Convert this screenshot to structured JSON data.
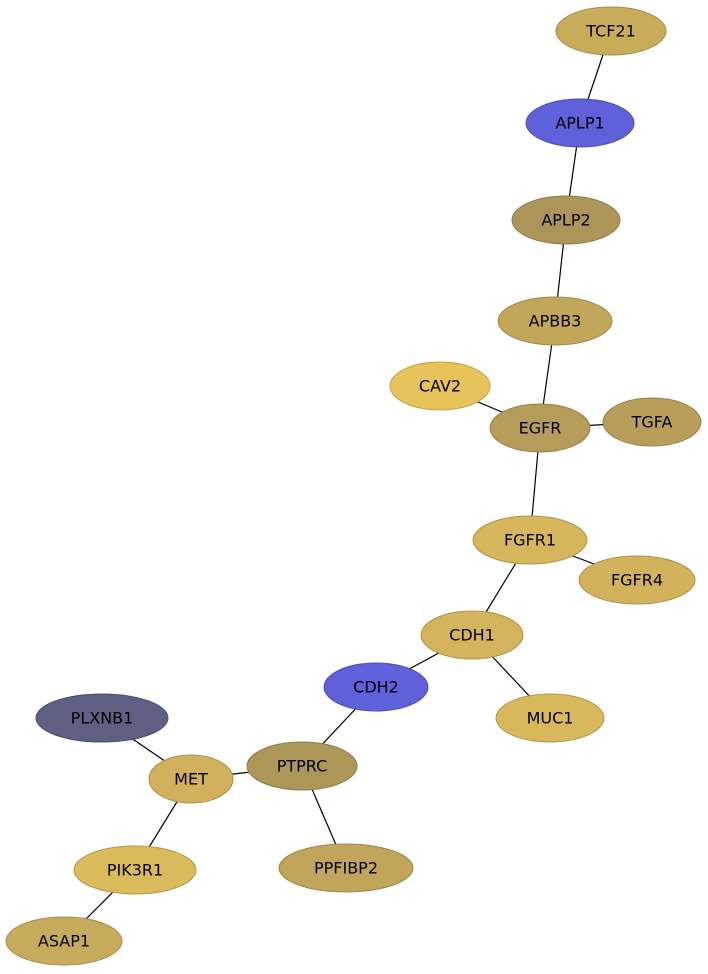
{
  "nodes": [
    {
      "id": "TCF21",
      "label": "TCF21",
      "color": "#C9AC5A"
    },
    {
      "id": "APLP1",
      "label": "APLP1",
      "color": "#6060DA"
    },
    {
      "id": "APLP2",
      "label": "APLP2",
      "color": "#AD9559"
    },
    {
      "id": "APBB3",
      "label": "APBB3",
      "color": "#C2A65A"
    },
    {
      "id": "CAV2",
      "label": "CAV2",
      "color": "#E6C45A"
    },
    {
      "id": "EGFR",
      "label": "EGFR",
      "color": "#B59C58"
    },
    {
      "id": "TGFA",
      "label": "TGFA",
      "color": "#B89E58"
    },
    {
      "id": "FGFR1",
      "label": "FGFR1",
      "color": "#D6B65A"
    },
    {
      "id": "FGFR4",
      "label": "FGFR4",
      "color": "#D2B25B"
    },
    {
      "id": "CDH1",
      "label": "CDH1",
      "color": "#D3B45C"
    },
    {
      "id": "CDH2",
      "label": "CDH2",
      "color": "#6060DA"
    },
    {
      "id": "MUC1",
      "label": "MUC1",
      "color": "#D8B85B"
    },
    {
      "id": "PLXNB1",
      "label": "PLXNB1",
      "color": "#5F5F84"
    },
    {
      "id": "MET",
      "label": "MET",
      "color": "#D1B15D"
    },
    {
      "id": "PTPRC",
      "label": "PTPRC",
      "color": "#AC9658"
    },
    {
      "id": "PIK3R1",
      "label": "PIK3R1",
      "color": "#D9BB5B"
    },
    {
      "id": "PPFIBP2",
      "label": "PPFIBP2",
      "color": "#C0A55A"
    },
    {
      "id": "ASAP1",
      "label": "ASAP1",
      "color": "#C7AB5C"
    }
  ],
  "edges": [
    {
      "source": "TCF21",
      "target": "APLP1"
    },
    {
      "source": "APLP1",
      "target": "APLP2"
    },
    {
      "source": "APLP2",
      "target": "APBB3"
    },
    {
      "source": "APBB3",
      "target": "EGFR"
    },
    {
      "source": "CAV2",
      "target": "EGFR"
    },
    {
      "source": "EGFR",
      "target": "TGFA"
    },
    {
      "source": "EGFR",
      "target": "FGFR1"
    },
    {
      "source": "FGFR1",
      "target": "FGFR4"
    },
    {
      "source": "FGFR1",
      "target": "CDH1"
    },
    {
      "source": "CDH1",
      "target": "CDH2"
    },
    {
      "source": "CDH1",
      "target": "MUC1"
    },
    {
      "source": "CDH2",
      "target": "PTPRC"
    },
    {
      "source": "PLXNB1",
      "target": "MET"
    },
    {
      "source": "MET",
      "target": "PTPRC"
    },
    {
      "source": "MET",
      "target": "PIK3R1"
    },
    {
      "source": "PTPRC",
      "target": "PPFIBP2"
    },
    {
      "source": "PIK3R1",
      "target": "ASAP1"
    }
  ]
}
